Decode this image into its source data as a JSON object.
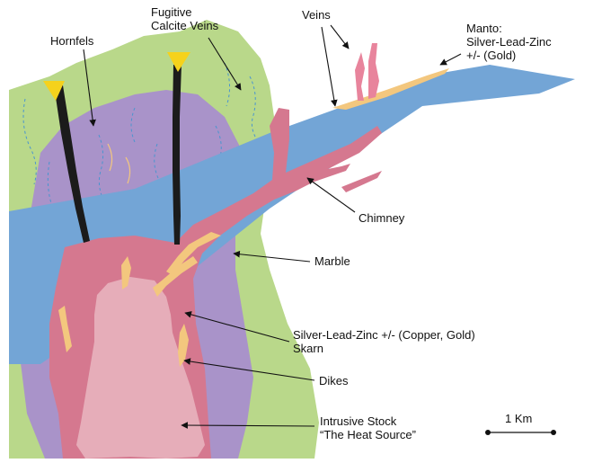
{
  "labels": {
    "hornfels": "Hornfels",
    "fugitive": [
      "Fugitive",
      "Calcite Veins"
    ],
    "veins": "Veins",
    "manto": [
      "Manto:",
      "Silver-Lead-Zinc",
      "+/- (Gold)"
    ],
    "chimney": "Chimney",
    "marble": "Marble",
    "skarn": [
      "Silver-Lead-Zinc +/- (Copper, Gold)",
      "Skarn"
    ],
    "dikes": "Dikes",
    "stock": [
      "Intrusive Stock",
      "“The Heat Source”"
    ],
    "scale": "1 Km"
  },
  "colors": {
    "hornfels_green": "#b9d88a",
    "aureole_purple": "#a993c9",
    "marble_blue": "#73a5d6",
    "skarn_pink": "#d5788f",
    "stock_pink": "#e6adb9",
    "dike_yellow": "#f3c77e",
    "vein_cap_yellow": "#f5d21c",
    "calcite_vein_black": "#1b1b1b",
    "dash_vein_blue": "#4a95cf"
  }
}
